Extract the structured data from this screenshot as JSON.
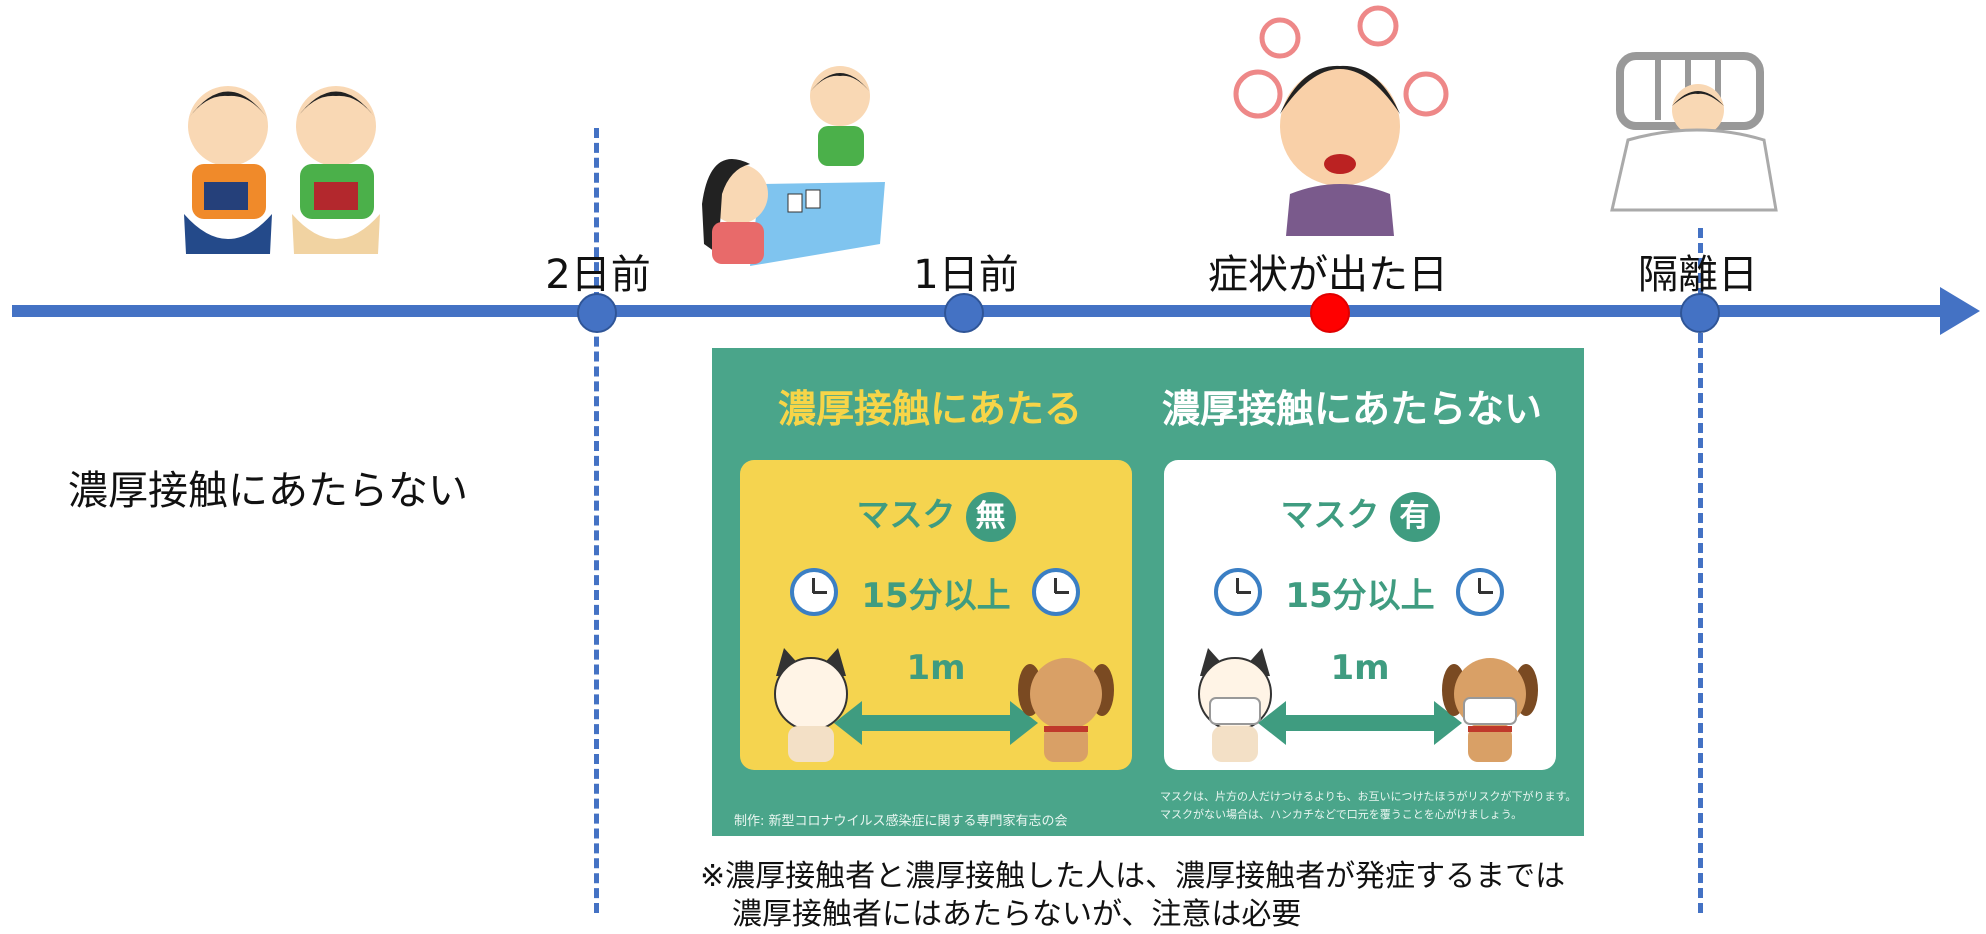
{
  "timeline": {
    "labels": [
      "2日前",
      "1日前",
      "症状が出た日",
      "隔離日"
    ]
  },
  "left_note": "濃厚接触にあたらない",
  "poster": {
    "left": {
      "heading": "濃厚接触にあたる",
      "mask_label": "マスク",
      "mask_badge": "無",
      "duration": "15分以上",
      "distance": "1m"
    },
    "right": {
      "heading": "濃厚接触にあたらない",
      "mask_label": "マスク",
      "mask_badge": "有",
      "duration": "15分以上",
      "distance": "1m"
    },
    "credit": "制作: 新型コロナウイルス感染症に関する専門家有志の会",
    "note_line1": "マスクは、片方の人だけつけるよりも、お互いにつけたほうがリスクが下がります。",
    "note_line2": "マスクがない場合は、ハンカチなどで口元を覆うことを心がけましょう。"
  },
  "footnote": {
    "line1": "※濃厚接触者と濃厚接触した人は、濃厚接触者が発症するまでは",
    "line2": "濃厚接触者にはあたらないが、注意は必要"
  },
  "colors": {
    "axis": "#4472c4",
    "symptom_dot": "#ff0000",
    "poster_bg": "#4aa58a",
    "poster_yellow": "#f5d44f",
    "poster_green_text": "#3f9c80"
  },
  "illustrations": [
    "children-playing-game",
    "children-playing-cards",
    "sick-person-icon",
    "patient-in-bed-icon"
  ]
}
